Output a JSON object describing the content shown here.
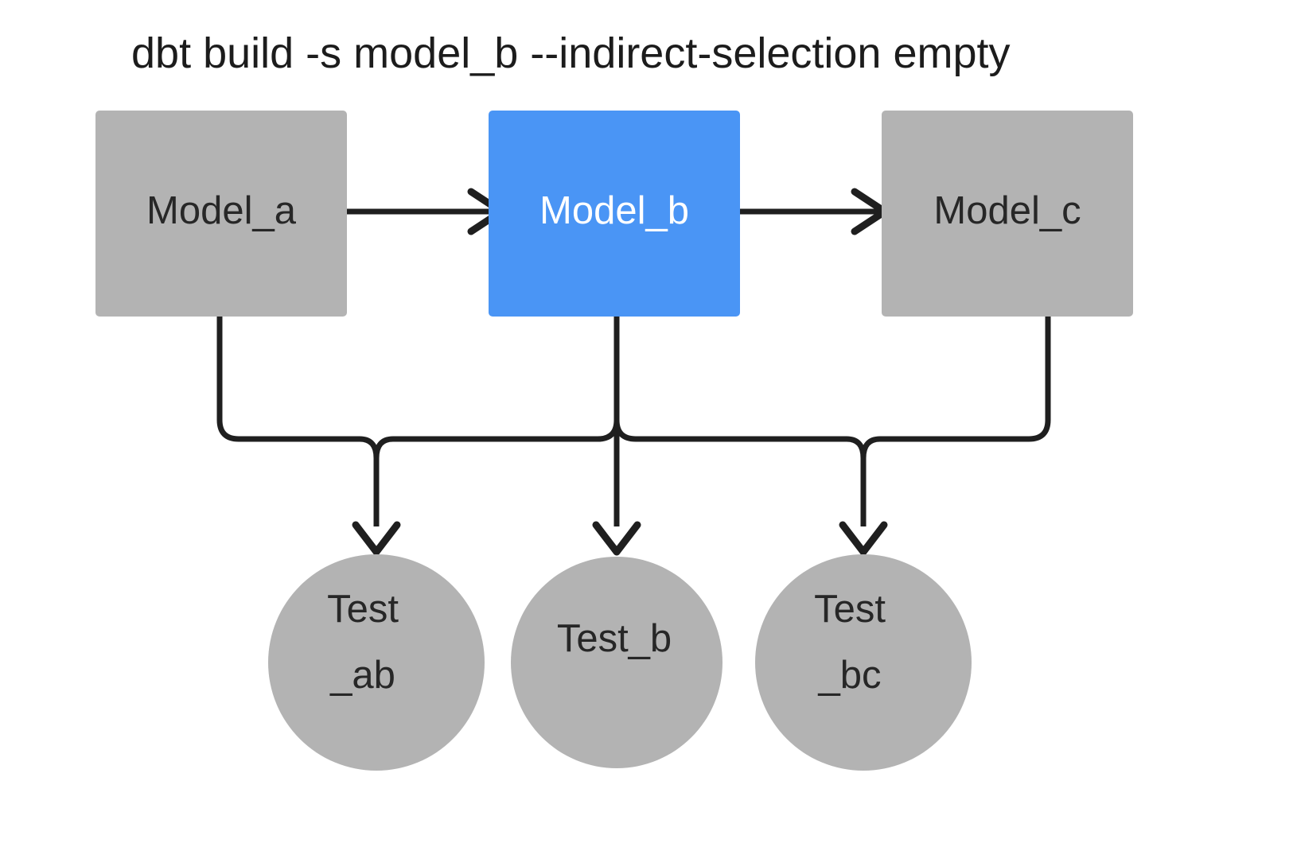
{
  "diagram": {
    "title": "dbt build -s model_b --indirect-selection empty",
    "background_color": "#ffffff",
    "colors": {
      "node_gray": "#b3b3b3",
      "node_selected_blue": "#4a95f5",
      "edge_black": "#1f1f1f",
      "label_dark": "#272727",
      "label_light": "#ffffff"
    },
    "models": [
      {
        "id": "model_a",
        "label": "Model_a",
        "shape": "rectangle",
        "state": "unselected",
        "fill": "#b3b3b3",
        "text_color": "#272727"
      },
      {
        "id": "model_b",
        "label": "Model_b",
        "shape": "rectangle",
        "state": "selected",
        "fill": "#4a95f5",
        "text_color": "#ffffff"
      },
      {
        "id": "model_c",
        "label": "Model_c",
        "shape": "rectangle",
        "state": "unselected",
        "fill": "#b3b3b3",
        "text_color": "#272727"
      }
    ],
    "tests": [
      {
        "id": "test_ab",
        "label": "Test_ab",
        "line1": "Test",
        "line2": "_ab",
        "shape": "circle",
        "state": "unselected",
        "fill": "#b3b3b3",
        "text_color": "#272727"
      },
      {
        "id": "test_b",
        "label": "Test_b",
        "line1": "Test_b",
        "line2": "",
        "shape": "circle",
        "state": "unselected",
        "fill": "#b3b3b3",
        "text_color": "#272727"
      },
      {
        "id": "test_bc",
        "label": "Test_bc",
        "line1": "Test",
        "line2": "_bc",
        "shape": "circle",
        "state": "unselected",
        "fill": "#b3b3b3",
        "text_color": "#272727"
      }
    ],
    "edges": [
      {
        "id": "model_a-to-model_b",
        "from": "model_a",
        "to": "model_b",
        "style": "straight-arrow"
      },
      {
        "id": "model_b-to-model_c",
        "from": "model_b",
        "to": "model_c",
        "style": "straight-arrow"
      },
      {
        "id": "model_a-to-test_ab",
        "from": "model_a",
        "to": "test_ab",
        "style": "elbow-arrow"
      },
      {
        "id": "model_b-to-test_ab",
        "from": "model_b",
        "to": "test_ab",
        "style": "elbow-arrow"
      },
      {
        "id": "model_b-to-test_b",
        "from": "model_b",
        "to": "test_b",
        "style": "straight-arrow"
      },
      {
        "id": "model_b-to-test_bc",
        "from": "model_b",
        "to": "test_bc",
        "style": "elbow-arrow"
      },
      {
        "id": "model_c-to-test_bc",
        "from": "model_c",
        "to": "test_bc",
        "style": "elbow-arrow"
      }
    ]
  }
}
